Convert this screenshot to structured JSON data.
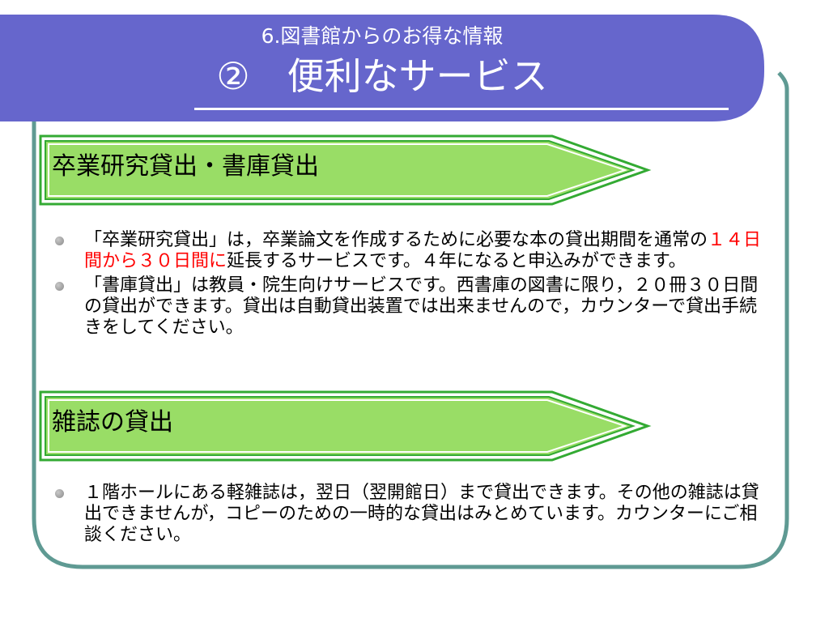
{
  "header": {
    "subtitle": "6.図書館からのお得な情報",
    "title": "②　便利なサービス"
  },
  "sections": [
    {
      "heading": "卒業研究貸出・書庫貸出",
      "bullets": [
        {
          "before": "「卒業研究貸出」は，卒業論文を作成するために必要な本の貸出期間を通常の",
          "highlight": "１４日間から３０日間に",
          "after": "延長するサービスです。４年になると申込みができます。"
        },
        {
          "before": "「書庫貸出」は教員・院生向けサービスです。西書庫の図書に限り，２０冊３０日間の貸出ができます。貸出は自動貸出装置では出来ませんので，カウンターで貸出手続きをしてください。",
          "highlight": "",
          "after": ""
        }
      ]
    },
    {
      "heading": "雑誌の貸出",
      "bullets": [
        {
          "before": "１階ホールにある軽雑誌は，翌日（翌開館日）まで貸出できます。その他の雑誌は貸出できませんが，コピーのための一時的な貸出はみとめています。カウンターにご相談ください。",
          "highlight": "",
          "after": ""
        }
      ]
    }
  ],
  "colors": {
    "header_blue": "#6666cc",
    "frame_teal": "#5f9a93",
    "banner_fill": "#99dd66",
    "banner_border": "#33aa33"
  }
}
